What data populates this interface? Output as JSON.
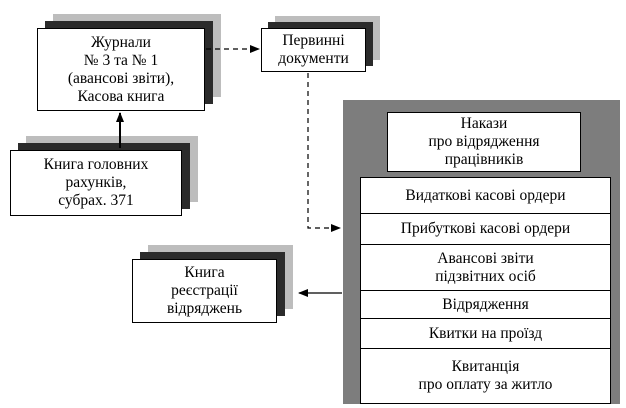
{
  "journals_box": {
    "text": "Журнали\n№ 3 та № 1\n(авансові звіти),\nКасова книга"
  },
  "primary_docs_box": {
    "text": "Первинні\nдокументи"
  },
  "ledger_box": {
    "text": "Книга головних\nрахунків,\nсубрах. 371"
  },
  "registry_box": {
    "text": "Книга\nреєстрації\nвідряджень"
  },
  "orders_box": {
    "text": "Накази\nпро відрядження\nпрацівників"
  },
  "documents_list": [
    {
      "text": "Видаткові касові ордери"
    },
    {
      "text": "Прибуткові касові ордери"
    },
    {
      "text": "Авансові звіти\nпідзвітних осіб"
    },
    {
      "text": "Відрядження"
    },
    {
      "text": "Квитки на проїзд"
    },
    {
      "text": "Квитанція\nпро оплату за житло"
    }
  ]
}
